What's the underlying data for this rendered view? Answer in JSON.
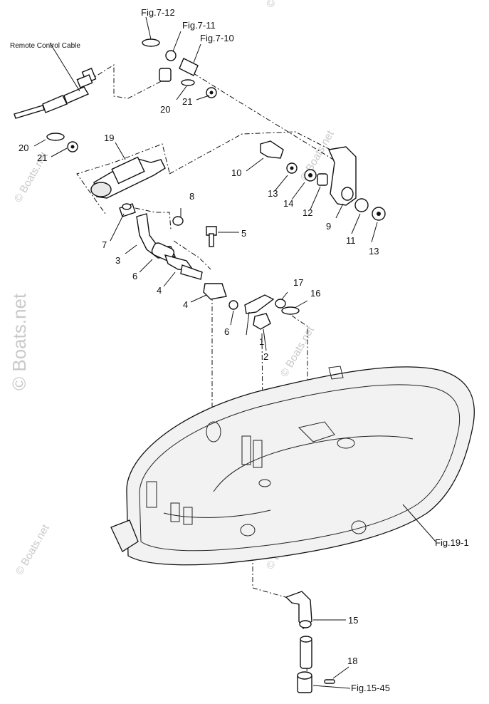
{
  "labels": {
    "fig_7_12": "Fig.7-12",
    "fig_7_11": "Fig.7-11",
    "fig_7_10": "Fig.7-10",
    "remote_control_cable": "Remote Control Cable",
    "fig_19_1": "Fig.19-1",
    "fig_15_45": "Fig.15-45"
  },
  "callouts": {
    "c1": "1",
    "c2": "2",
    "c3": "3",
    "c4a": "4",
    "c4b": "4",
    "c5": "5",
    "c6a": "6",
    "c6b": "6",
    "c7": "7",
    "c8": "8",
    "c9": "9",
    "c10": "10",
    "c11": "11",
    "c12": "12",
    "c13a": "13",
    "c13b": "13",
    "c14": "14",
    "c15": "15",
    "c16": "16",
    "c17": "17",
    "c18": "18",
    "c19": "19",
    "c20a": "20",
    "c20b": "20",
    "c21a": "21",
    "c21b": "21"
  },
  "watermark": {
    "side": "© Boats.net",
    "tile": "© Boats.net"
  }
}
